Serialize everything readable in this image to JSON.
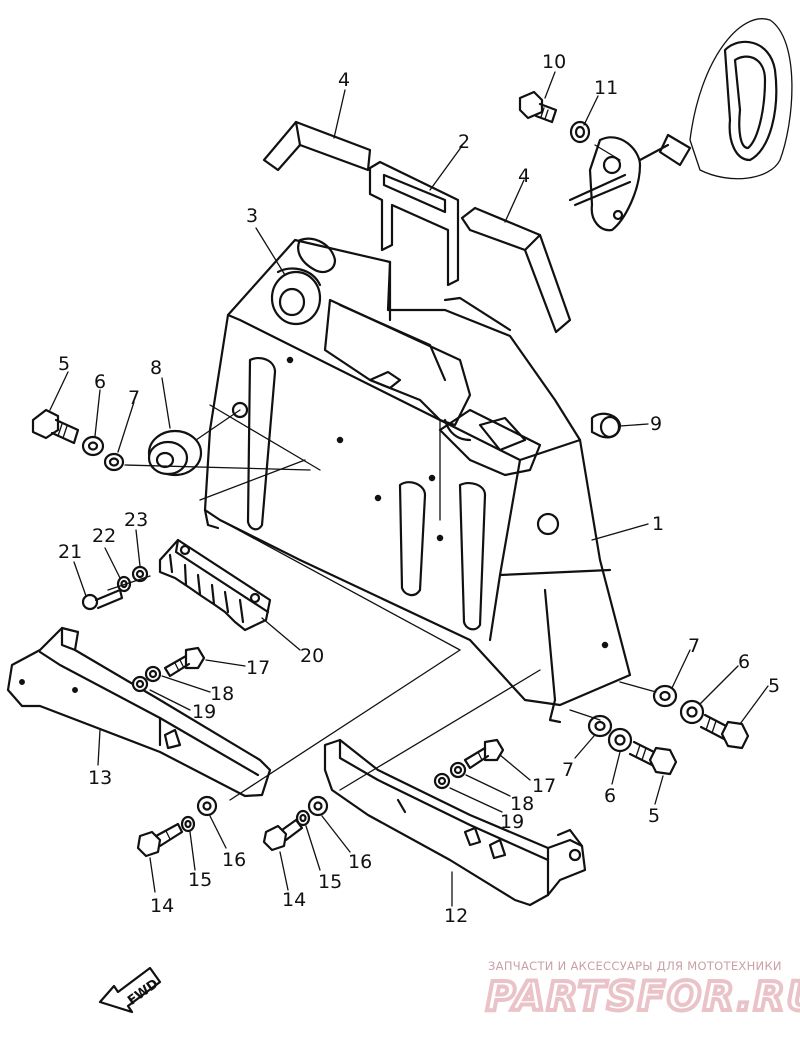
{
  "diagram": {
    "callouts": [
      "1",
      "2",
      "3",
      "4",
      "4",
      "5",
      "5",
      "5",
      "6",
      "6",
      "6",
      "7",
      "7",
      "7",
      "8",
      "9",
      "10",
      "11",
      "12",
      "13",
      "14",
      "14",
      "15",
      "15",
      "16",
      "16",
      "17",
      "17",
      "18",
      "18",
      "19",
      "19",
      "20",
      "21",
      "22",
      "23"
    ],
    "fwd_label": "FWD"
  },
  "watermark": {
    "caption": "ЗАПЧАСТИ И АКСЕССУАРЫ ДЛЯ МОТОТЕХНИКИ",
    "logo_text": "PARTSFOR.RU"
  }
}
